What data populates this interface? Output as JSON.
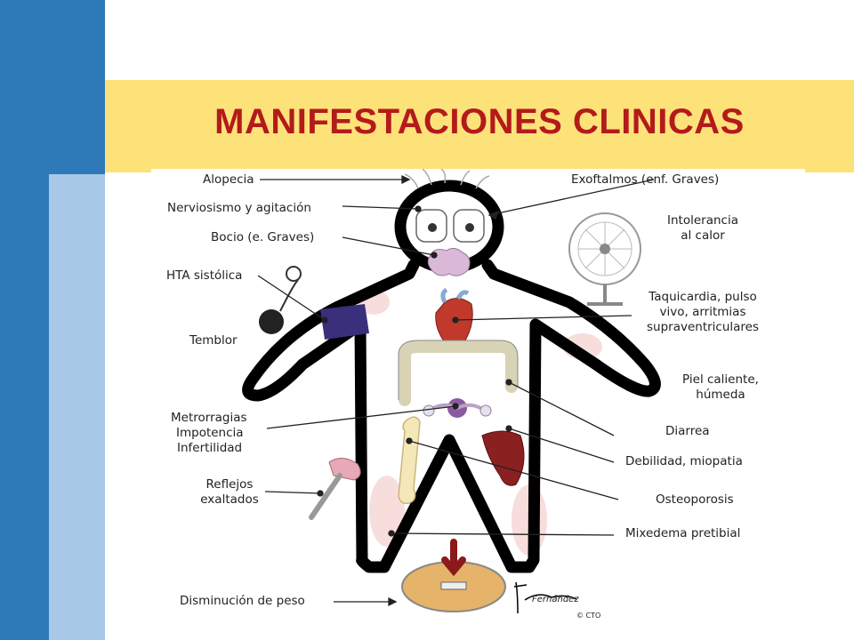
{
  "title": "MANIFESTACIONES CLINICAS",
  "colors": {
    "accent_dark_blue": "#2e7ab8",
    "accent_light_blue": "#a7c8e6",
    "title_band": "#fde27a",
    "title_text": "#b31b1b"
  },
  "labels": {
    "alopecia": "Alopecia",
    "nerviosismo": "Nerviosismo y agitación",
    "bocio": "Bocio (e. Graves)",
    "hta": "HTA sistólica",
    "temblor": "Temblor",
    "metrorragias": "Metrorragias",
    "impotencia": "Impotencia",
    "infertilidad": "Infertilidad",
    "reflejos_1": "Reflejos",
    "reflejos_2": "exaltados",
    "disminucion": "Disminución de peso",
    "exoftalmos": "Exoftalmos (enf. Graves)",
    "intolerancia_1": "Intolerancia",
    "intolerancia_2": "al calor",
    "taquicardia_1": "Taquicardia, pulso",
    "taquicardia_2": "vivo, arritmias",
    "taquicardia_3": "supraventriculares",
    "piel_1": "Piel caliente,",
    "piel_2": "húmeda",
    "diarrea": "Diarrea",
    "debilidad": "Debilidad, miopatia",
    "osteoporosis": "Osteoporosis",
    "mixedema": "Mixedema pretibial",
    "signature": "Fernández",
    "copyright": "© CTO"
  }
}
